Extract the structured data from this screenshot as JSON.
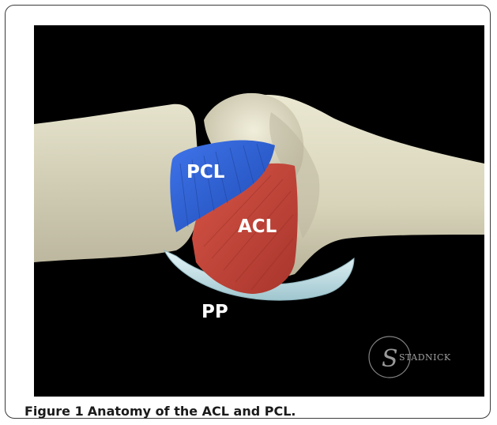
{
  "figure": {
    "labels": {
      "pcl": "PCL",
      "acl": "ACL",
      "pp": "PP"
    },
    "watermark": "STADNICK",
    "caption": {
      "label": "Figure 1",
      "text": "Anatomy of the ACL and PCL."
    }
  },
  "colors": {
    "background": "#000000",
    "bone": "#ddd9c0",
    "pcl": "#2b5ed6",
    "acl": "#c9453a",
    "pp": "#d6eef2"
  }
}
